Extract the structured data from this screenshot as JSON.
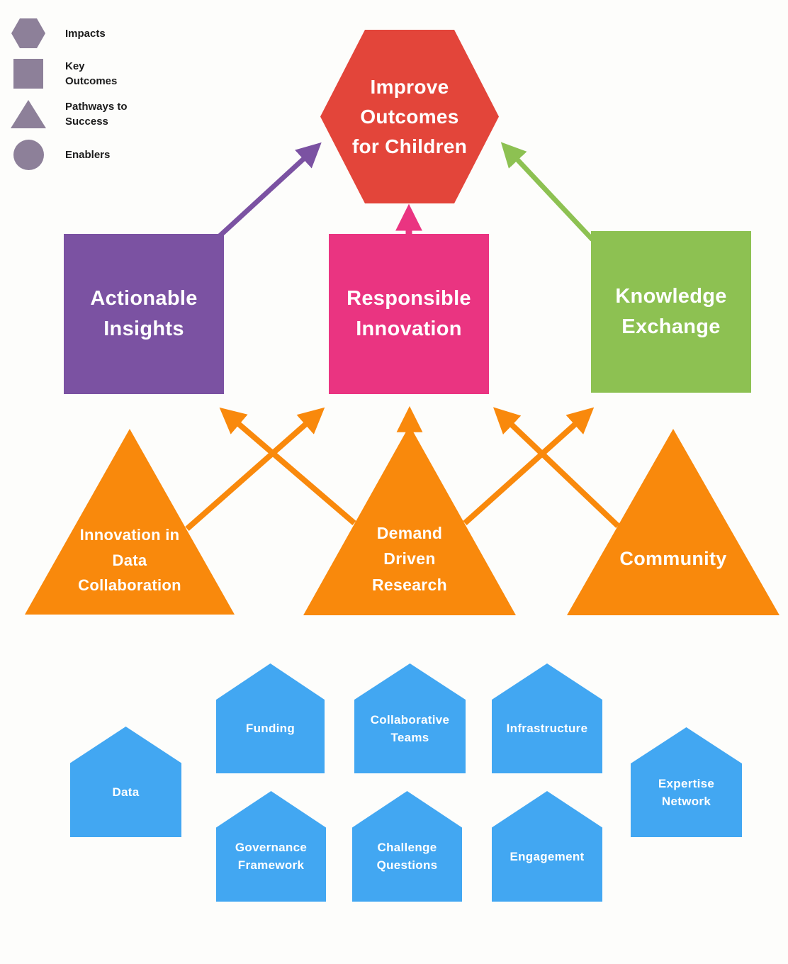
{
  "colors": {
    "background": "#fdfdfb",
    "legendShape": "#8d8099",
    "legendText": "#1c1c1c",
    "nodeText": "#ffffff",
    "impact": "#e3453a",
    "outcomePurple": "#7b52a2",
    "outcomePink": "#ea3481",
    "outcomeGreen": "#8dc152",
    "pathway": "#f9890c",
    "enabler": "#42a7f2"
  },
  "legend": {
    "items": [
      {
        "shape": "hexagon",
        "label": "Impacts"
      },
      {
        "shape": "square",
        "label": "Key Outcomes"
      },
      {
        "shape": "triangle",
        "label": "Pathways to Success"
      },
      {
        "shape": "circle",
        "label": "Enablers"
      }
    ]
  },
  "impact": {
    "label": "Improve Outcomes for Children"
  },
  "outcomes": [
    {
      "label": "Actionable Insights"
    },
    {
      "label": "Responsible Innovation"
    },
    {
      "label": "Knowledge Exchange"
    }
  ],
  "pathways": [
    {
      "label": "Innovation in Data Collaboration"
    },
    {
      "label": "Demand Driven Research"
    },
    {
      "label": "Community"
    }
  ],
  "enablers": [
    {
      "label": "Data"
    },
    {
      "label": "Funding"
    },
    {
      "label": "Collaborative Teams"
    },
    {
      "label": "Infrastructure"
    },
    {
      "label": "Expertise Network"
    },
    {
      "label": "Governance Framework"
    },
    {
      "label": "Challenge Questions"
    },
    {
      "label": "Engagement"
    }
  ],
  "connections": [
    {
      "from": "Actionable Insights",
      "to": "Improve Outcomes for Children",
      "color": "outcomePurple"
    },
    {
      "from": "Responsible Innovation",
      "to": "Improve Outcomes for Children",
      "color": "outcomePink"
    },
    {
      "from": "Knowledge Exchange",
      "to": "Improve Outcomes for Children",
      "color": "outcomeGreen"
    },
    {
      "from": "Innovation in Data Collaboration",
      "to": "Responsible Innovation",
      "color": "pathway"
    },
    {
      "from": "Demand Driven Research",
      "to": "Actionable Insights",
      "color": "pathway"
    },
    {
      "from": "Demand Driven Research",
      "to": "Responsible Innovation",
      "color": "pathway"
    },
    {
      "from": "Demand Driven Research",
      "to": "Knowledge Exchange",
      "color": "pathway"
    },
    {
      "from": "Community",
      "to": "Responsible Innovation",
      "color": "pathway"
    }
  ]
}
